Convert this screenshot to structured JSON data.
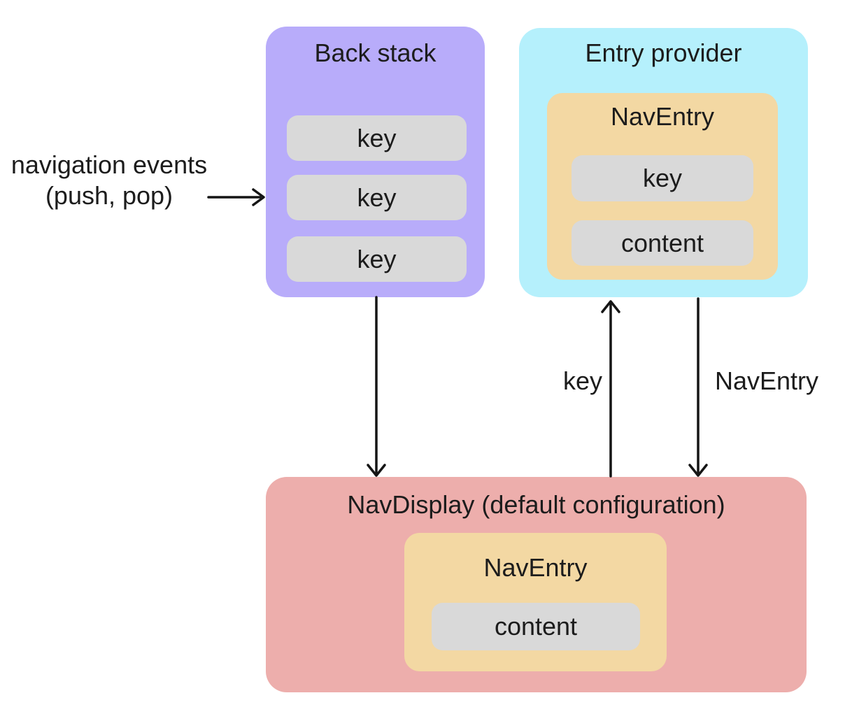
{
  "annotation": {
    "line1": "navigation events",
    "line2": "(push, pop)"
  },
  "back_stack": {
    "title": "Back stack",
    "keys": [
      "key",
      "key",
      "key"
    ]
  },
  "entry_provider": {
    "title": "Entry provider",
    "nav_entry": {
      "title": "NavEntry",
      "key_label": "key",
      "content_label": "content"
    }
  },
  "nav_display": {
    "title": "NavDisplay (default configuration)",
    "nav_entry": {
      "title": "NavEntry",
      "content_label": "content"
    }
  },
  "arrow_labels": {
    "key": "key",
    "nav_entry": "NavEntry"
  },
  "colors": {
    "back_stack_fill": "#b8acfa",
    "entry_provider_fill": "#b5f0fc",
    "nav_entry_fill": "#f3d8a3",
    "nav_display_fill": "#edaeac",
    "pill_fill": "#d9d9d9",
    "text": "#1c1c1c",
    "arrow": "#151515"
  }
}
